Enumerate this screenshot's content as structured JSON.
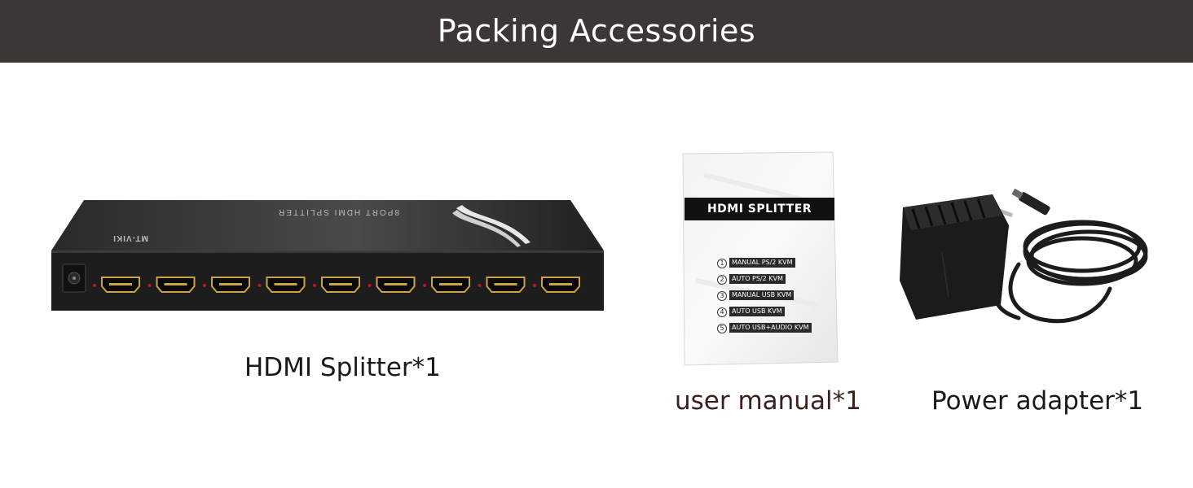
{
  "header": {
    "title": "Packing Accessories"
  },
  "items": [
    {
      "caption": "HDMI Splitter*1"
    },
    {
      "caption": "user manual*1"
    },
    {
      "caption": "Power adapter*1"
    }
  ],
  "splitter": {
    "brand": "MT-VIKI",
    "model_text": "8PORT HDMI SPLITTER",
    "port_count": 9
  },
  "manual": {
    "title": "HDMI SPLITTER",
    "entries": [
      {
        "num": "1",
        "label": "MANUAL PS/2 KVM"
      },
      {
        "num": "2",
        "label": "AUTO PS/2 KVM"
      },
      {
        "num": "3",
        "label": "MANUAL USB KVM"
      },
      {
        "num": "4",
        "label": "AUTO USB KVM"
      },
      {
        "num": "5",
        "label": "AUTO USB+AUDIO KVM"
      }
    ]
  },
  "colors": {
    "header_bg": "#3c3734",
    "header_text": "#ffffff",
    "port_gold": "#c9a24a",
    "led_red": "#c0152a"
  }
}
